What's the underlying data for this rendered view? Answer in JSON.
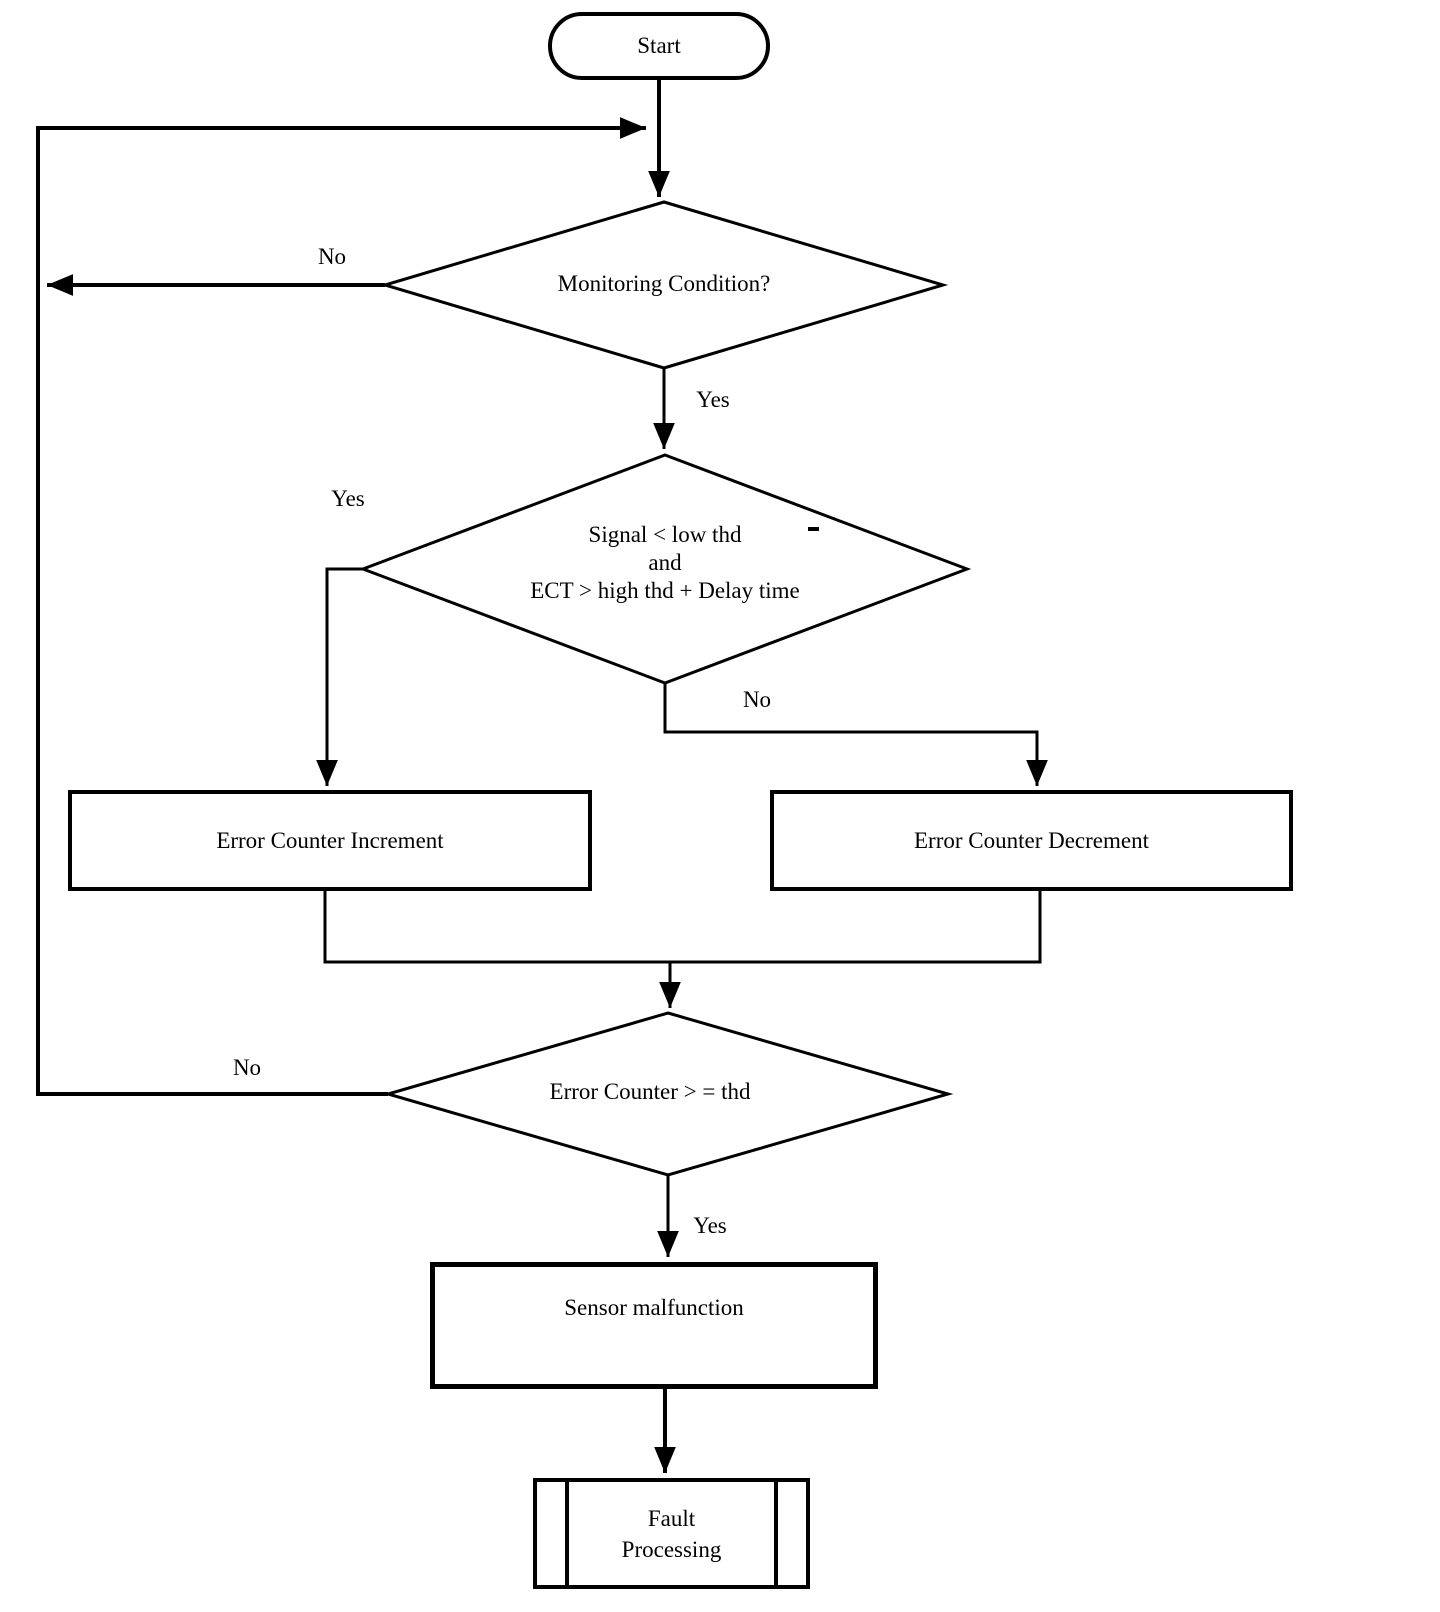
{
  "diagram": {
    "type": "flowchart",
    "nodes": {
      "start": {
        "shape": "terminator",
        "label": "Start"
      },
      "monitoring": {
        "shape": "decision",
        "label": "Monitoring Condition?"
      },
      "signal_check": {
        "shape": "decision",
        "line1": "Signal < low thd",
        "line2": "and",
        "line3": "ECT > high thd + Delay time"
      },
      "increment": {
        "shape": "process",
        "label": "Error Counter Increment"
      },
      "decrement": {
        "shape": "process",
        "label": "Error Counter Decrement"
      },
      "threshold": {
        "shape": "decision",
        "label": "Error Counter > = thd"
      },
      "malfunction": {
        "shape": "process",
        "label": "Sensor malfunction"
      },
      "fault": {
        "shape": "predefined-process",
        "line1": "Fault",
        "line2": "Processing"
      }
    },
    "edge_labels": {
      "monitoring_no": "No",
      "monitoring_yes": "Yes",
      "signal_yes": "Yes",
      "signal_no": "No",
      "threshold_no": "No",
      "threshold_yes": "Yes"
    },
    "colors": {
      "line": "#000000",
      "text": "#000000",
      "background": "#ffffff"
    }
  }
}
